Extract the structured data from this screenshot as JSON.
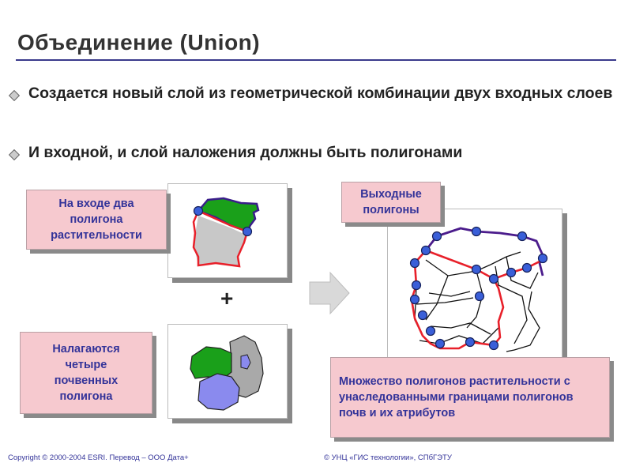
{
  "title": "Объединение (Union)",
  "bullets": [
    "Создается новый слой из геометрической комбинации двух входных слоев",
    "И входной, и слой наложения должны быть полигонами"
  ],
  "labels": {
    "input": "На входе два полигона растительности",
    "overlay": "Налагаются четыре почвенных полигона",
    "output": "Выходные полигоны",
    "result": "Множество полигонов растительности с унаследованными границами полигонов почв и их атрибутов"
  },
  "plus": "+",
  "footer": {
    "left": "Copyright © 2000-2004 ESRI. Перевод  – ООО Дата+",
    "right": "© УНЦ «ГИС технологии», СПбГЭТУ"
  },
  "colors": {
    "accent_text": "#333399",
    "label_fill": "#f6c9cf",
    "vegetation_green": "#1aa01a",
    "soil_gray": "#a9a9a9",
    "soil_blue": "#8a8aee",
    "boundary_red": "#e8202a",
    "boundary_purple": "#4b1c8c",
    "vertex_blue": "#3a5fd8"
  }
}
